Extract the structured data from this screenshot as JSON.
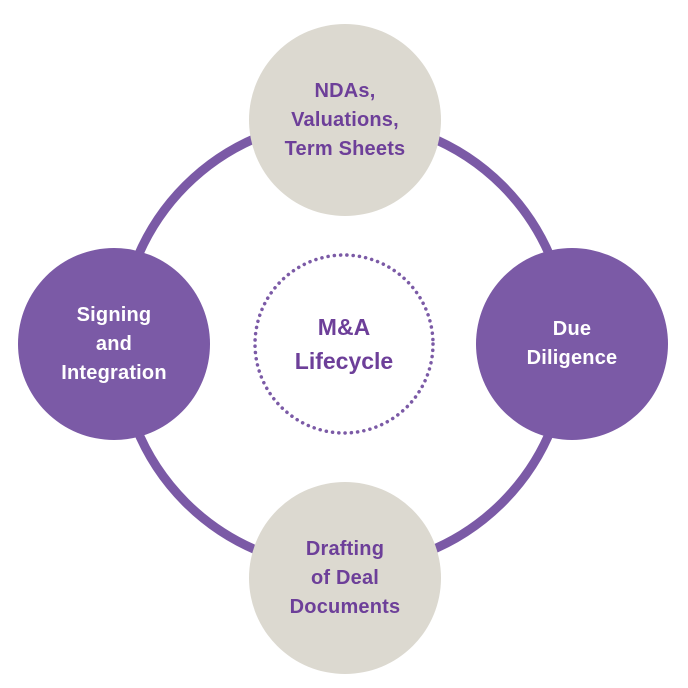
{
  "diagram": {
    "title": "M&A Lifecycle",
    "center_label": "M&A\nLifecycle",
    "nodes": [
      {
        "id": "ndas-valuations-term-sheets",
        "label": "NDAs,\nValuations,\nTerm Sheets",
        "position": "top",
        "variant": "beige"
      },
      {
        "id": "due-diligence",
        "label": "Due\nDiligence",
        "position": "right",
        "variant": "purple"
      },
      {
        "id": "drafting-of-deal-documents",
        "label": "Drafting\nof Deal\nDocuments",
        "position": "bottom",
        "variant": "beige"
      },
      {
        "id": "signing-and-integration",
        "label": "Signing\nand\nIntegration",
        "position": "left",
        "variant": "purple"
      }
    ],
    "colors": {
      "purple": "#7b5aa6",
      "beige": "#dcd9d0",
      "text_purple": "#6d3f99",
      "text_on_purple": "#ffffff",
      "background": "#ffffff"
    }
  }
}
